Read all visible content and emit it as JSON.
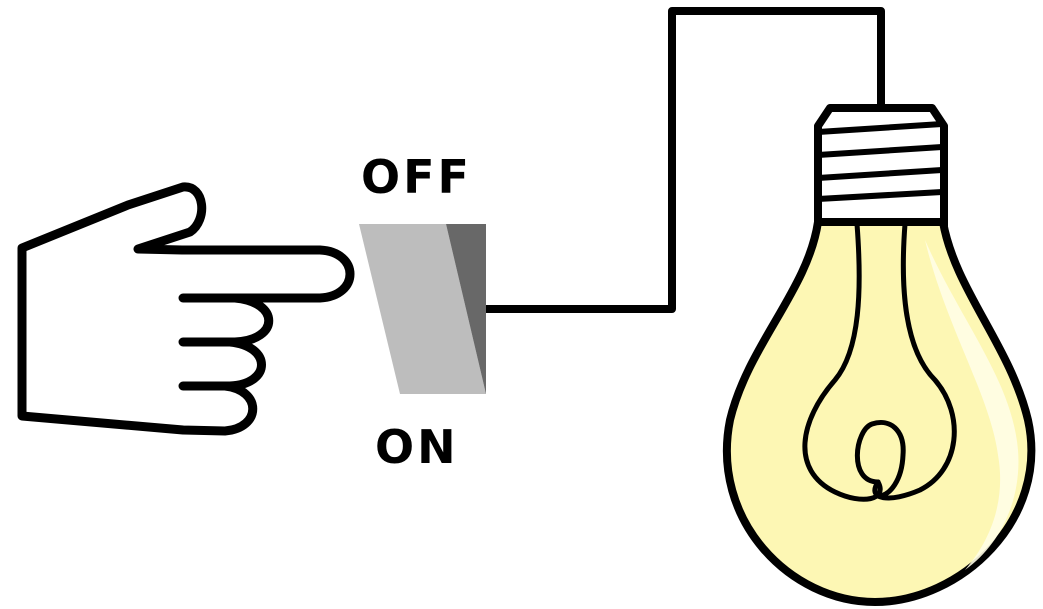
{
  "switch": {
    "label_top": "OFF",
    "label_bottom": "ON",
    "state": "on"
  },
  "colors": {
    "stroke": "#000000",
    "switch_front": "#bdbdbd",
    "switch_side": "#686868",
    "bulb_glass": "#fdf7b4",
    "bulb_highlight": "#fffde6",
    "bulb_base": "#ffffff"
  },
  "icons": {
    "hand": "pointing-hand-icon",
    "switch": "toggle-switch-icon",
    "bulb": "light-bulb-icon"
  }
}
